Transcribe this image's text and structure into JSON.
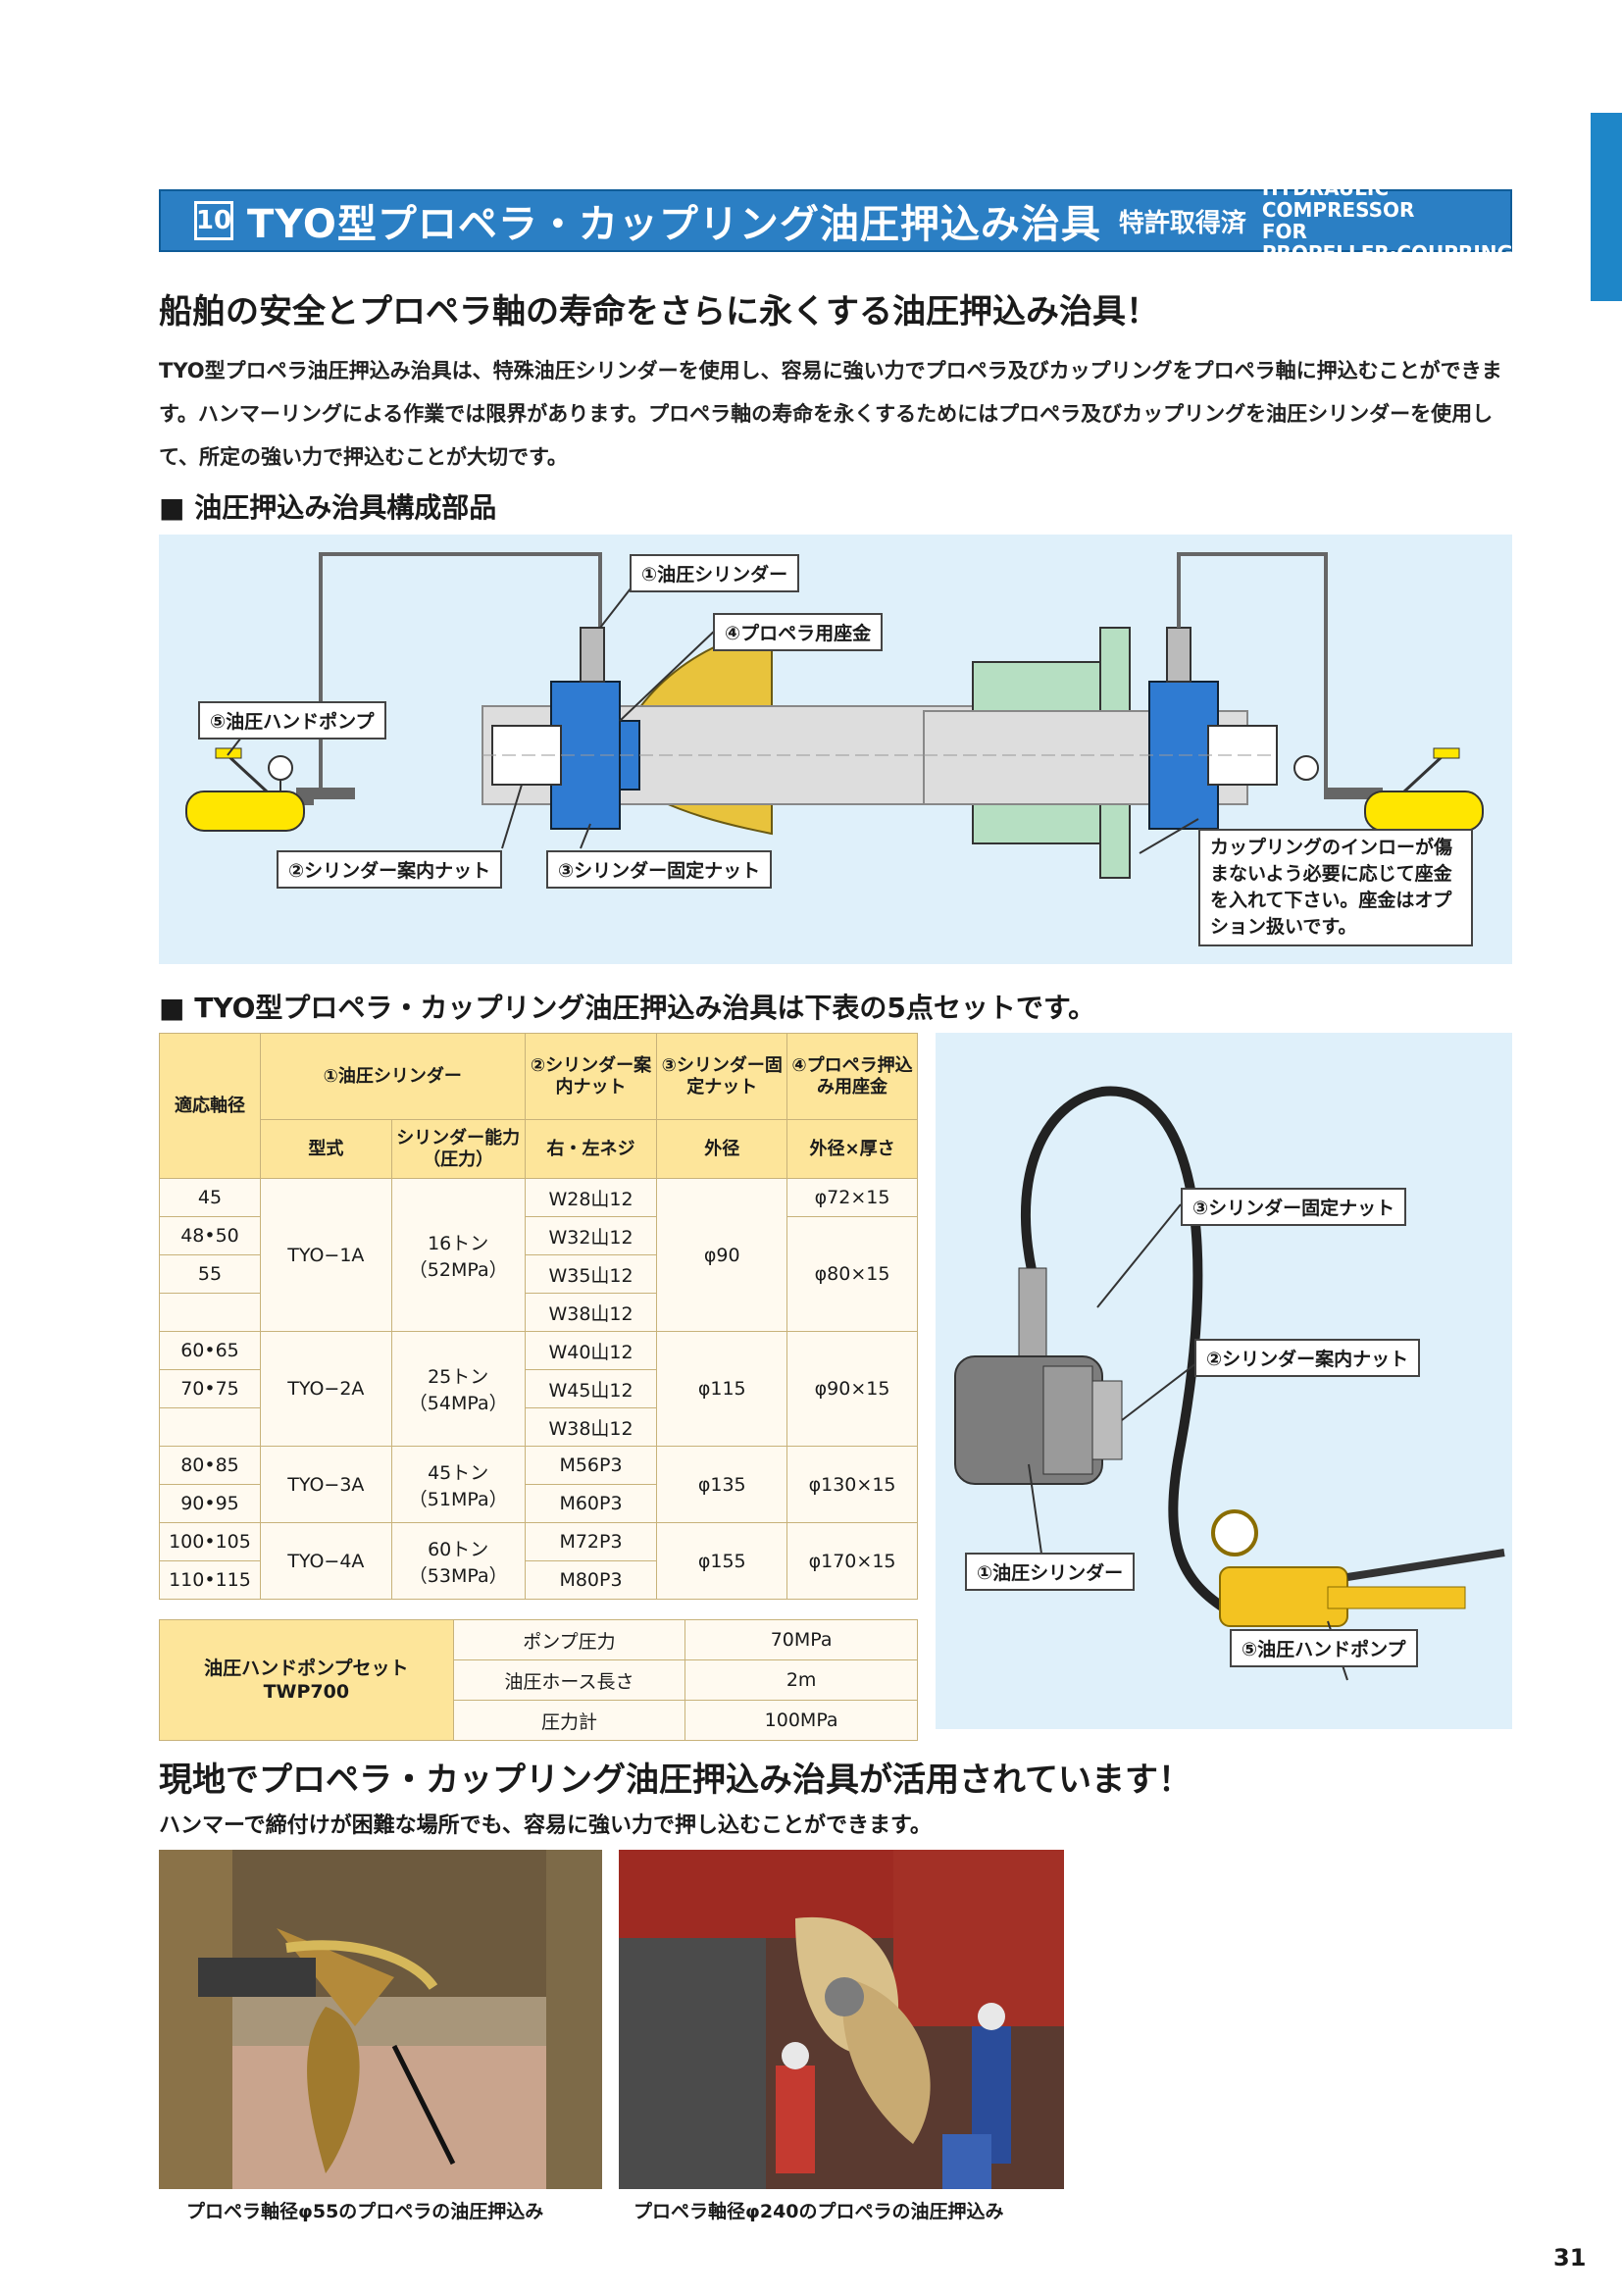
{
  "header": {
    "section_number": "10",
    "title": "TYO型プロペラ・カップリング油圧押込み治具",
    "patent": "特許取得済",
    "english_title_line1": "HYDRAULIC COMPRESSOR",
    "english_title_line2": "FOR PROPELLER·COUPRING"
  },
  "headline": "船舶の安全とプロペラ軸の寿命をさらに永くする油圧押込み治具！",
  "intro": "TYO型プロペラ油圧押込み治具は、特殊油圧シリンダーを使用し、容易に強い力でプロペラ及びカップリングをプロペラ軸に押込むことができます。ハンマーリングによる作業では限界があります。プロペラ軸の寿命を永くするためにはプロペラ及びカップリングを油圧シリンダーを使用して、所定の強い力で押込むことが大切です。",
  "section1": {
    "heading": "■ 油圧押込み治具構成部品",
    "labels": {
      "cylinder": "①油圧シリンダー",
      "washer": "④プロペラ用座金",
      "pump": "⑤油圧ハンドポンプ",
      "guide_nut": "②シリンダー案内ナット",
      "fix_nut": "③シリンダー固定ナット",
      "note": "カップリングのインローが傷まないよう必要に応じて座金を入れて下さい。座金はオプション扱いです。"
    }
  },
  "section2": {
    "heading": "■ TYO型プロペラ・カップリング油圧押込み治具は下表の5点セットです。"
  },
  "table": {
    "headers": {
      "shaft": "適応軸径",
      "cylinder": "①油圧シリンダー",
      "guide_nut": "②シリンダー案内ナット",
      "fix_nut": "③シリンダー固定ナット",
      "washer": "④プロペラ押込み用座金",
      "model": "型式",
      "capacity": "シリンダー能力（圧力）",
      "thread": "右・左ネジ",
      "od": "外径",
      "od_thick": "外径×厚さ"
    },
    "groups": [
      {
        "model": "TYO−1A",
        "capacity": "16トン",
        "pressure": "（52MPa）",
        "od": "φ90",
        "rows": [
          [
            "45",
            "W28山12"
          ],
          [
            "48•50",
            "W32山12"
          ],
          [
            "55",
            "W35山12"
          ],
          [
            "",
            "W38山12"
          ]
        ],
        "washers": [
          "φ72×15",
          "φ80×15"
        ]
      },
      {
        "model": "TYO−2A",
        "capacity": "25トン",
        "pressure": "（54MPa）",
        "od": "φ115",
        "rows": [
          [
            "60•65",
            "W40山12"
          ],
          [
            "70•75",
            "W45山12"
          ],
          [
            "",
            "W38山12"
          ]
        ],
        "washers": [
          "φ90×15"
        ]
      },
      {
        "model": "TYO−3A",
        "capacity": "45トン",
        "pressure": "（51MPa）",
        "od": "φ135",
        "rows": [
          [
            "80•85",
            "M56P3"
          ],
          [
            "90•95",
            "M60P3"
          ]
        ],
        "washers": [
          "φ130×15"
        ]
      },
      {
        "model": "TYO−4A",
        "capacity": "60トン",
        "pressure": "（53MPa）",
        "od": "φ155",
        "rows": [
          [
            "100•105",
            "M72P3"
          ],
          [
            "110•115",
            "M80P3"
          ]
        ],
        "washers": [
          "φ170×15"
        ]
      }
    ]
  },
  "pump_table": {
    "name_line1": "油圧ハンドポンプセット",
    "name_line2": "TWP700",
    "rows": [
      [
        "ポンプ圧力",
        "70MPa"
      ],
      [
        "油圧ホース長さ",
        "2m"
      ],
      [
        "圧力計",
        "100MPa"
      ]
    ]
  },
  "photo_labels": {
    "fix_nut": "③シリンダー固定ナット",
    "guide_nut": "②シリンダー案内ナット",
    "cylinder": "①油圧シリンダー",
    "pump": "⑤油圧ハンドポンプ"
  },
  "headline2": "現地でプロペラ・カップリング油圧押込み治具が活用されています！",
  "subline2": "ハンマーで締付けが困難な場所でも、容易に強い力で押し込むことができます。",
  "captions": [
    "プロペラ軸径φ55のプロペラの油圧押込み",
    "プロペラ軸径φ240のプロペラの油圧押込み"
  ],
  "page_number": "31"
}
